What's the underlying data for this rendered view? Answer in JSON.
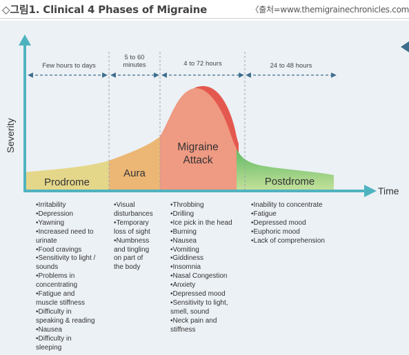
{
  "header": {
    "title": "◇그림1. Clinical 4 Phases of Migraine",
    "source": "〈출처=www.themigrainechronicles.com"
  },
  "axes": {
    "y_label": "Severity",
    "x_label": "Time"
  },
  "durations": {
    "prodrome": "Few hours to days",
    "aura": "5 to 60\nminutes",
    "attack": "4 to 72 hours",
    "postdrome": "24 to 48 hours"
  },
  "phases": {
    "prodrome": "Prodrome",
    "aura": "Aura",
    "attack": "Migraine\nAttack",
    "postdrome": "Postdrome"
  },
  "colors": {
    "axis": "#4fb3bf",
    "prodrome": "#e5d78a",
    "aura": "#ecb774",
    "attack": "#ef9a82",
    "attack_peak": "#e4594f",
    "postdrome_top": "#6cc06b",
    "postdrome_bottom": "#b7dc93",
    "background": "#ecf1f5"
  },
  "symptoms": {
    "prodrome": [
      "•Irritability",
      "•Depression",
      "•Yawning",
      "•Increased need to\n urinate",
      "•Food cravings",
      "•Sensitivity to light /\n sounds",
      "•Problems in\n concentrating",
      "•Fatigue and\n muscle stiffness",
      "•Difficulty in\n speaking & reading",
      "•Nausea",
      "•Difficulty in\n sleeping"
    ],
    "aura": [
      "•Visual\n disturbances",
      "•Temporary\n loss of sight",
      "•Numbness\n and tingling\n on part of\n the body"
    ],
    "attack": [
      "•Throbbing",
      "•Drilling",
      "•Ice pick in the head",
      "•Burning",
      "•Nausea",
      "•Vomiting",
      "•Giddiness",
      "•Insomnia",
      "•Nasal Congestion",
      "•Anxiety",
      "•Depressed mood",
      "•Sensitivity to light,\n smell, sound",
      "•Neck pain and\n stiffness"
    ],
    "postdrome": [
      "•Inability to concentrate",
      "•Fatigue",
      "•Depressed mood",
      "•Euphoric mood",
      "•Lack of comprehension"
    ]
  },
  "icons": {
    "corner": "triangle-marker-icon"
  }
}
